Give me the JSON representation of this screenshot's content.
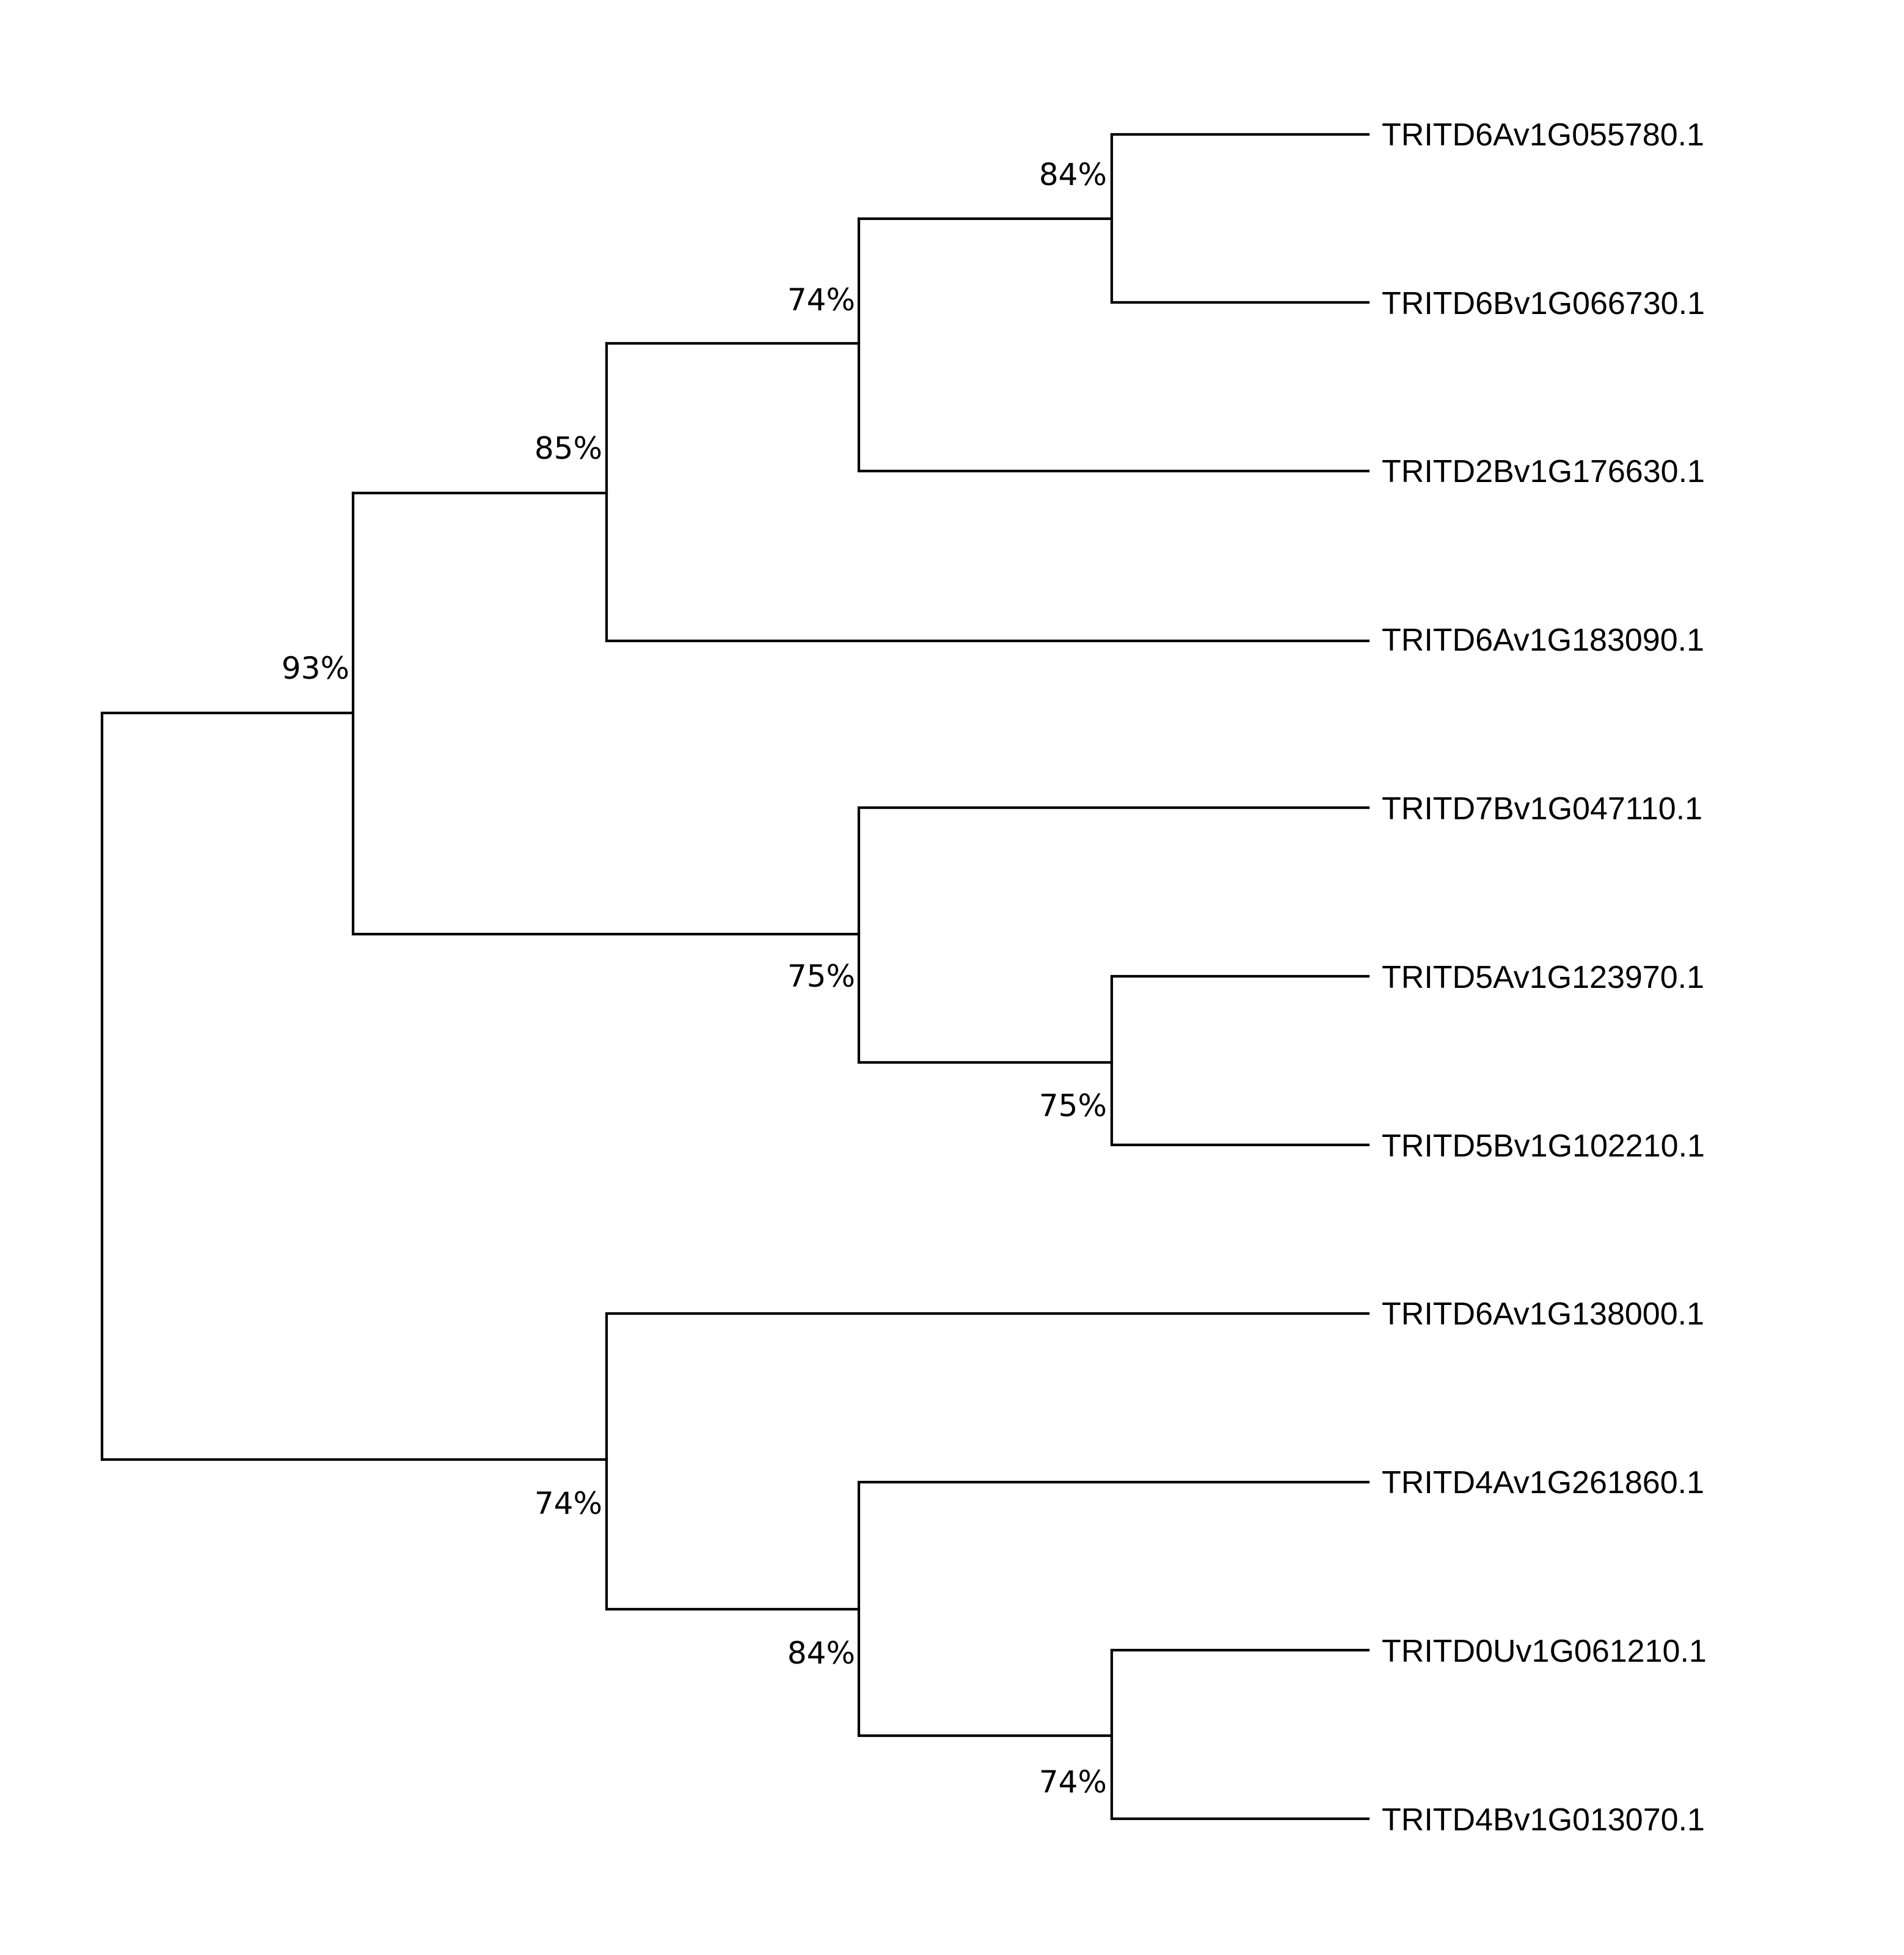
{
  "tree": {
    "leaves": [
      "TRITD6Av1G055780.1",
      "TRITD6Bv1G066730.1",
      "TRITD2Bv1G176630.1",
      "TRITD6Av1G183090.1",
      "TRITD7Bv1G047110.1",
      "TRITD5Av1G123970.1",
      "TRITD5Bv1G102210.1",
      "TRITD6Av1G138000.1",
      "TRITD4Av1G261860.1",
      "TRITD0Uv1G061210.1",
      "TRITD4Bv1G013070.1"
    ],
    "supports": {
      "n_root_top": "93%",
      "n_a": "85%",
      "n_b": "74%",
      "n_c": "84%",
      "n_d": "75%",
      "n_e": "75%",
      "n_f": "74%",
      "n_g": "84%",
      "n_h": "74%"
    }
  }
}
